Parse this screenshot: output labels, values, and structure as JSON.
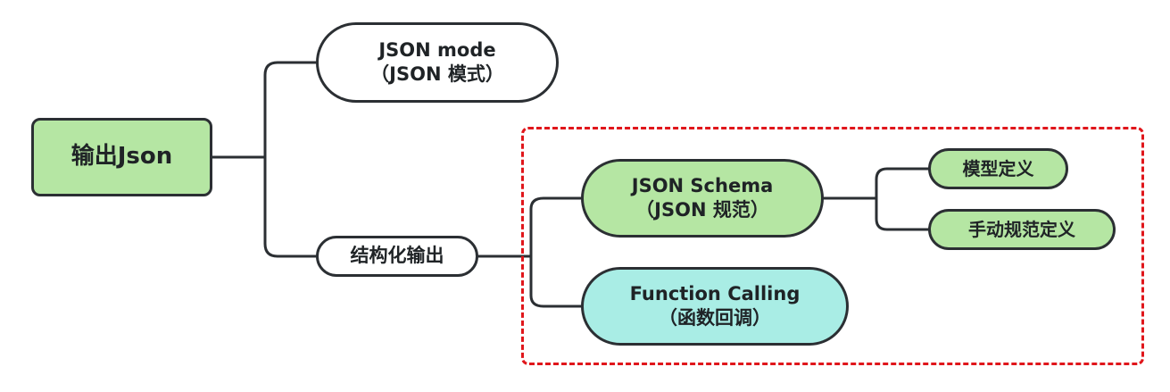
{
  "diagram": {
    "root": {
      "label": "输出Json"
    },
    "json_mode": {
      "line1": "JSON mode",
      "line2": "（JSON 模式）"
    },
    "structured": {
      "label": "结构化输出"
    },
    "json_schema": {
      "line1": "JSON Schema",
      "line2": "（JSON 规范）"
    },
    "model_defined": {
      "label": "模型定义"
    },
    "manual_spec": {
      "label": "手动规范定义"
    },
    "function_calling": {
      "line1": "Function Calling",
      "line2": "（函数回调）"
    }
  },
  "colors": {
    "green_fill": "#b5e6a3",
    "cyan_fill": "#a9ede5",
    "white_fill": "#ffffff",
    "stroke": "#2b2f33",
    "dashed_border": "#e0161b"
  }
}
